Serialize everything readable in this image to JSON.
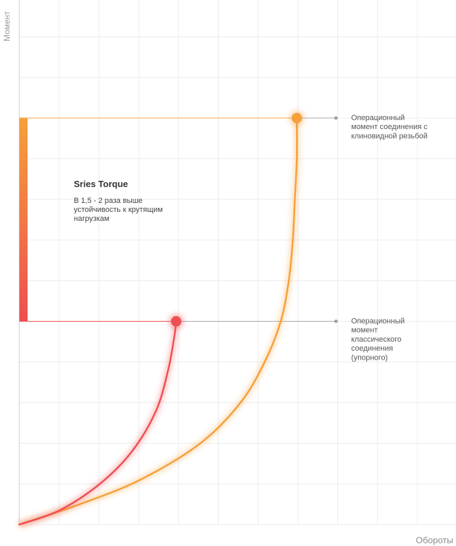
{
  "chart_data": {
    "type": "line",
    "xlabel": "Обороты",
    "ylabel": "Момент",
    "grid": true,
    "series": [
      {
        "color": "#F5A03A",
        "points": [
          [
            0.0,
            0.0
          ],
          [
            1.5,
            0.5
          ],
          [
            3.0,
            1.1
          ],
          [
            4.5,
            2.0
          ],
          [
            5.5,
            3.0
          ],
          [
            6.1,
            4.0
          ],
          [
            6.5,
            5.0
          ],
          [
            6.7,
            6.0
          ],
          [
            6.8,
            7.0
          ],
          [
            6.85,
            8.0
          ],
          [
            6.9,
            9.0
          ],
          [
            6.9,
            10.0
          ]
        ],
        "marker_point": [
          6.9,
          10.0
        ]
      },
      {
        "color": "#EE4F52",
        "points": [
          [
            0.0,
            0.0
          ],
          [
            1.0,
            0.35
          ],
          [
            2.0,
            1.0
          ],
          [
            2.8,
            1.8
          ],
          [
            3.4,
            2.8
          ],
          [
            3.7,
            3.8
          ],
          [
            3.85,
            4.6
          ],
          [
            3.9,
            5.0
          ]
        ],
        "marker_point": [
          3.9,
          5.0
        ]
      }
    ],
    "bracket": {
      "y_range": [
        5.0,
        10.0
      ],
      "color_top": "#F5A03A",
      "color_bottom": "#EE4F52"
    },
    "annotations": [
      {
        "id": "upper",
        "y": 10.0,
        "text_lines": [
          "Операционный",
          "момент соединения с",
          "клиновидной резьбой"
        ]
      },
      {
        "id": "lower",
        "y": 5.0,
        "text_lines": [
          "Операционный",
          "момент",
          "классического",
          "соединения",
          "(упорного)"
        ]
      }
    ],
    "callout": {
      "title": "Sries Torque",
      "text_lines": [
        "В 1,5 - 2 раза выше",
        "устойчивость к крутящим",
        "нагрузкам"
      ]
    }
  }
}
